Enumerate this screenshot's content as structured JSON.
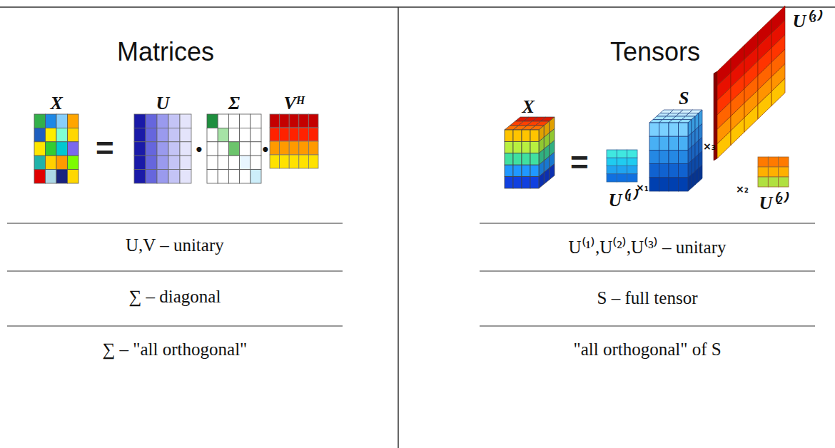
{
  "diagram": {
    "nodes": [
      {
        "text": [
          "X"
        ]
      },
      {
        "text": [
          "U"
        ]
      },
      {
        "text": [
          "Σ"
        ]
      },
      {
        "text": [
          "Vᴴ"
        ]
      },
      {
        "text": [
          "X"
        ]
      },
      {
        "text": [
          "U⁽¹⁾"
        ]
      },
      {
        "text": [
          "S"
        ]
      },
      {
        "text": [
          "U⁽³⁾"
        ]
      },
      {
        "text": [
          "U⁽²⁾"
        ]
      }
    ],
    "labels": [
      "Matrices",
      "=",
      "•",
      "•",
      "U,V – unitary",
      "∑ – diagonal",
      "∑ – \"all orthogonal\"",
      "Tensors",
      "=",
      "×₁",
      "×₃",
      "×₂",
      "U⁽¹⁾,U⁽²⁾,U⁽³⁾ – unitary",
      "S – full tensor",
      "\"all orthogonal\" of S"
    ]
  }
}
